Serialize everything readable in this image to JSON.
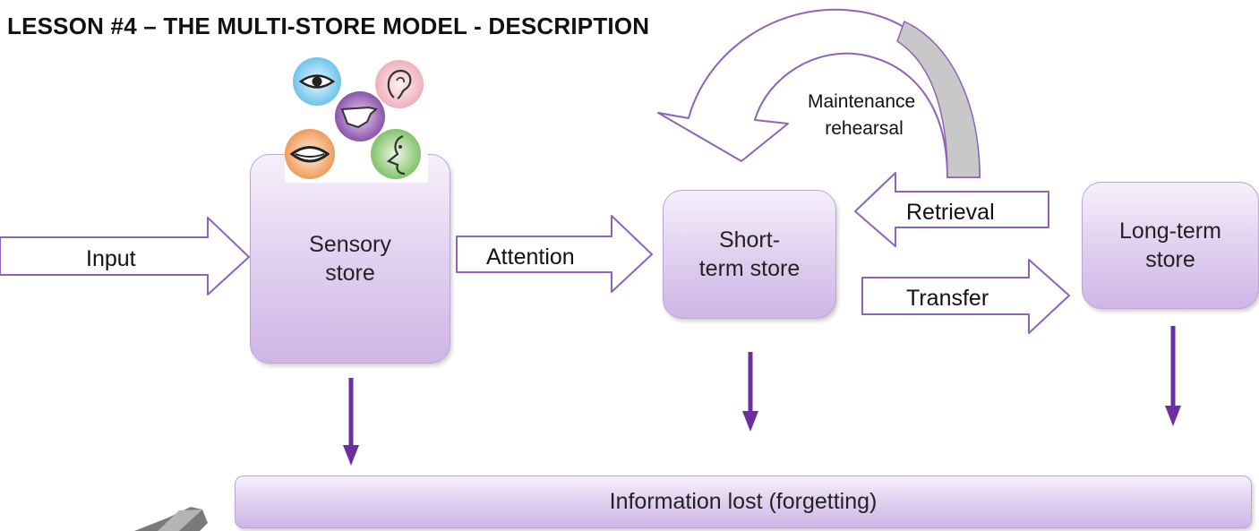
{
  "title": "LESSON #4 – THE MULTI-STORE MODEL - DESCRIPTION",
  "nodes": {
    "sensory": [
      "Sensory",
      "store"
    ],
    "short_term": [
      "Short-",
      "term store"
    ],
    "long_term": [
      "Long-term",
      "store"
    ],
    "lost": "Information lost (forgetting)"
  },
  "arrows": {
    "input": "Input",
    "attention": "Attention",
    "retrieval": "Retrieval",
    "transfer": "Transfer",
    "rehearsal": [
      "Maintenance",
      "rehearsal"
    ]
  },
  "colors": {
    "box_top": "#f6f0fb",
    "box_bottom": "#cfb6e6",
    "box_border": "#b9a6d1",
    "arrow_outline": "#8d64b8",
    "forget_arrow": "#6b2fa0",
    "rehearsal_band": "#c8c8c8"
  },
  "icons": [
    "eye-icon",
    "ear-icon",
    "hand-icon",
    "mouth-icon",
    "nose-icon"
  ]
}
